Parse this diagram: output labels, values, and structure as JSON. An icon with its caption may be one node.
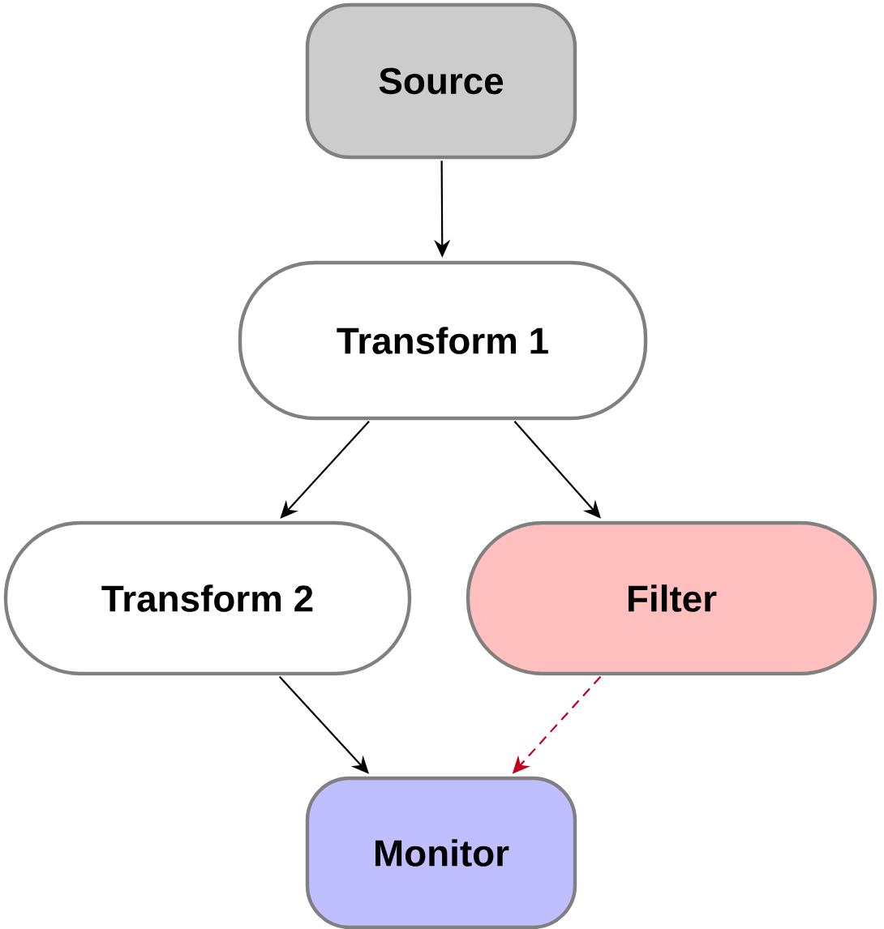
{
  "diagram": {
    "nodes": [
      {
        "text": [
          "Source"
        ]
      },
      {
        "text": [
          "Transform 1"
        ]
      },
      {
        "text": [
          "Transform 2"
        ]
      },
      {
        "text": [
          "Filter"
        ]
      },
      {
        "text": [
          "Monitor"
        ]
      }
    ],
    "edges": [
      {
        "from": 0,
        "to": 1,
        "arrow": "to"
      },
      {
        "from": 1,
        "to": 2,
        "arrow": "to"
      },
      {
        "from": 1,
        "to": 3,
        "arrow": "to"
      },
      {
        "from": 2,
        "to": 4,
        "arrow": "to"
      },
      {
        "from": 3,
        "to": 4,
        "arrow": "to",
        "style": "dashed",
        "color": "#c0001e"
      }
    ]
  }
}
